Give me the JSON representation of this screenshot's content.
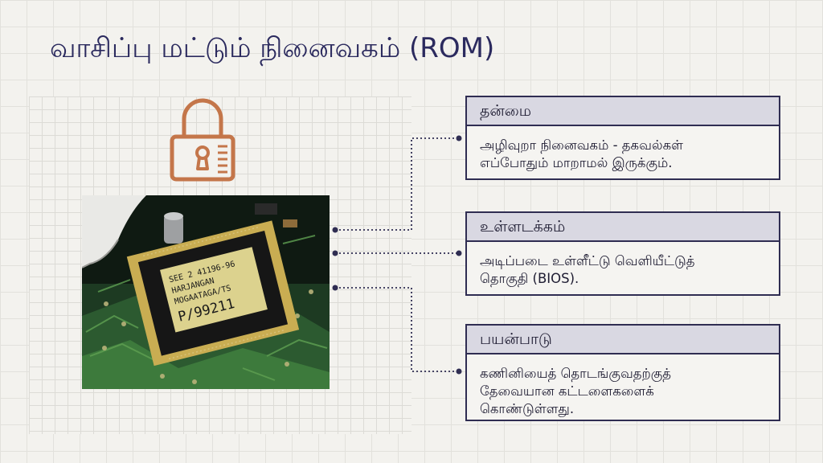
{
  "slide": {
    "title": "வாசிப்பு மட்டும் நினைவகம் (ROM)"
  },
  "icons": {
    "lock": "padlock-icon",
    "lock_color": "#c4764a"
  },
  "photo": {
    "chip_label_lines": [
      "SEE 2 41196-96",
      "HARJANGAN",
      "MOGAATAGA/TS",
      "P/99211"
    ]
  },
  "cards": [
    {
      "heading": "தன்மை",
      "text": "அழிவுறா நினைவகம் - தகவல்கள்\nஎப்போதும் மாறாமல் இருக்கும்."
    },
    {
      "heading": "உள்ளடக்கம்",
      "text": "அடிப்படை உள்ளீட்டு வெளியீட்டுத்\nதொகுதி (BIOS)."
    },
    {
      "heading": "பயன்பாடு",
      "text": "கணினியைத் தொடங்குவதற்குத்\nதேவையான கட்டளைகளைக்\nகொண்டுள்ளது."
    }
  ],
  "colors": {
    "title": "#2b2a5e",
    "card_border": "#2f2d52",
    "card_header_bg": "#d9d8e2",
    "connector": "#2f2d52"
  }
}
